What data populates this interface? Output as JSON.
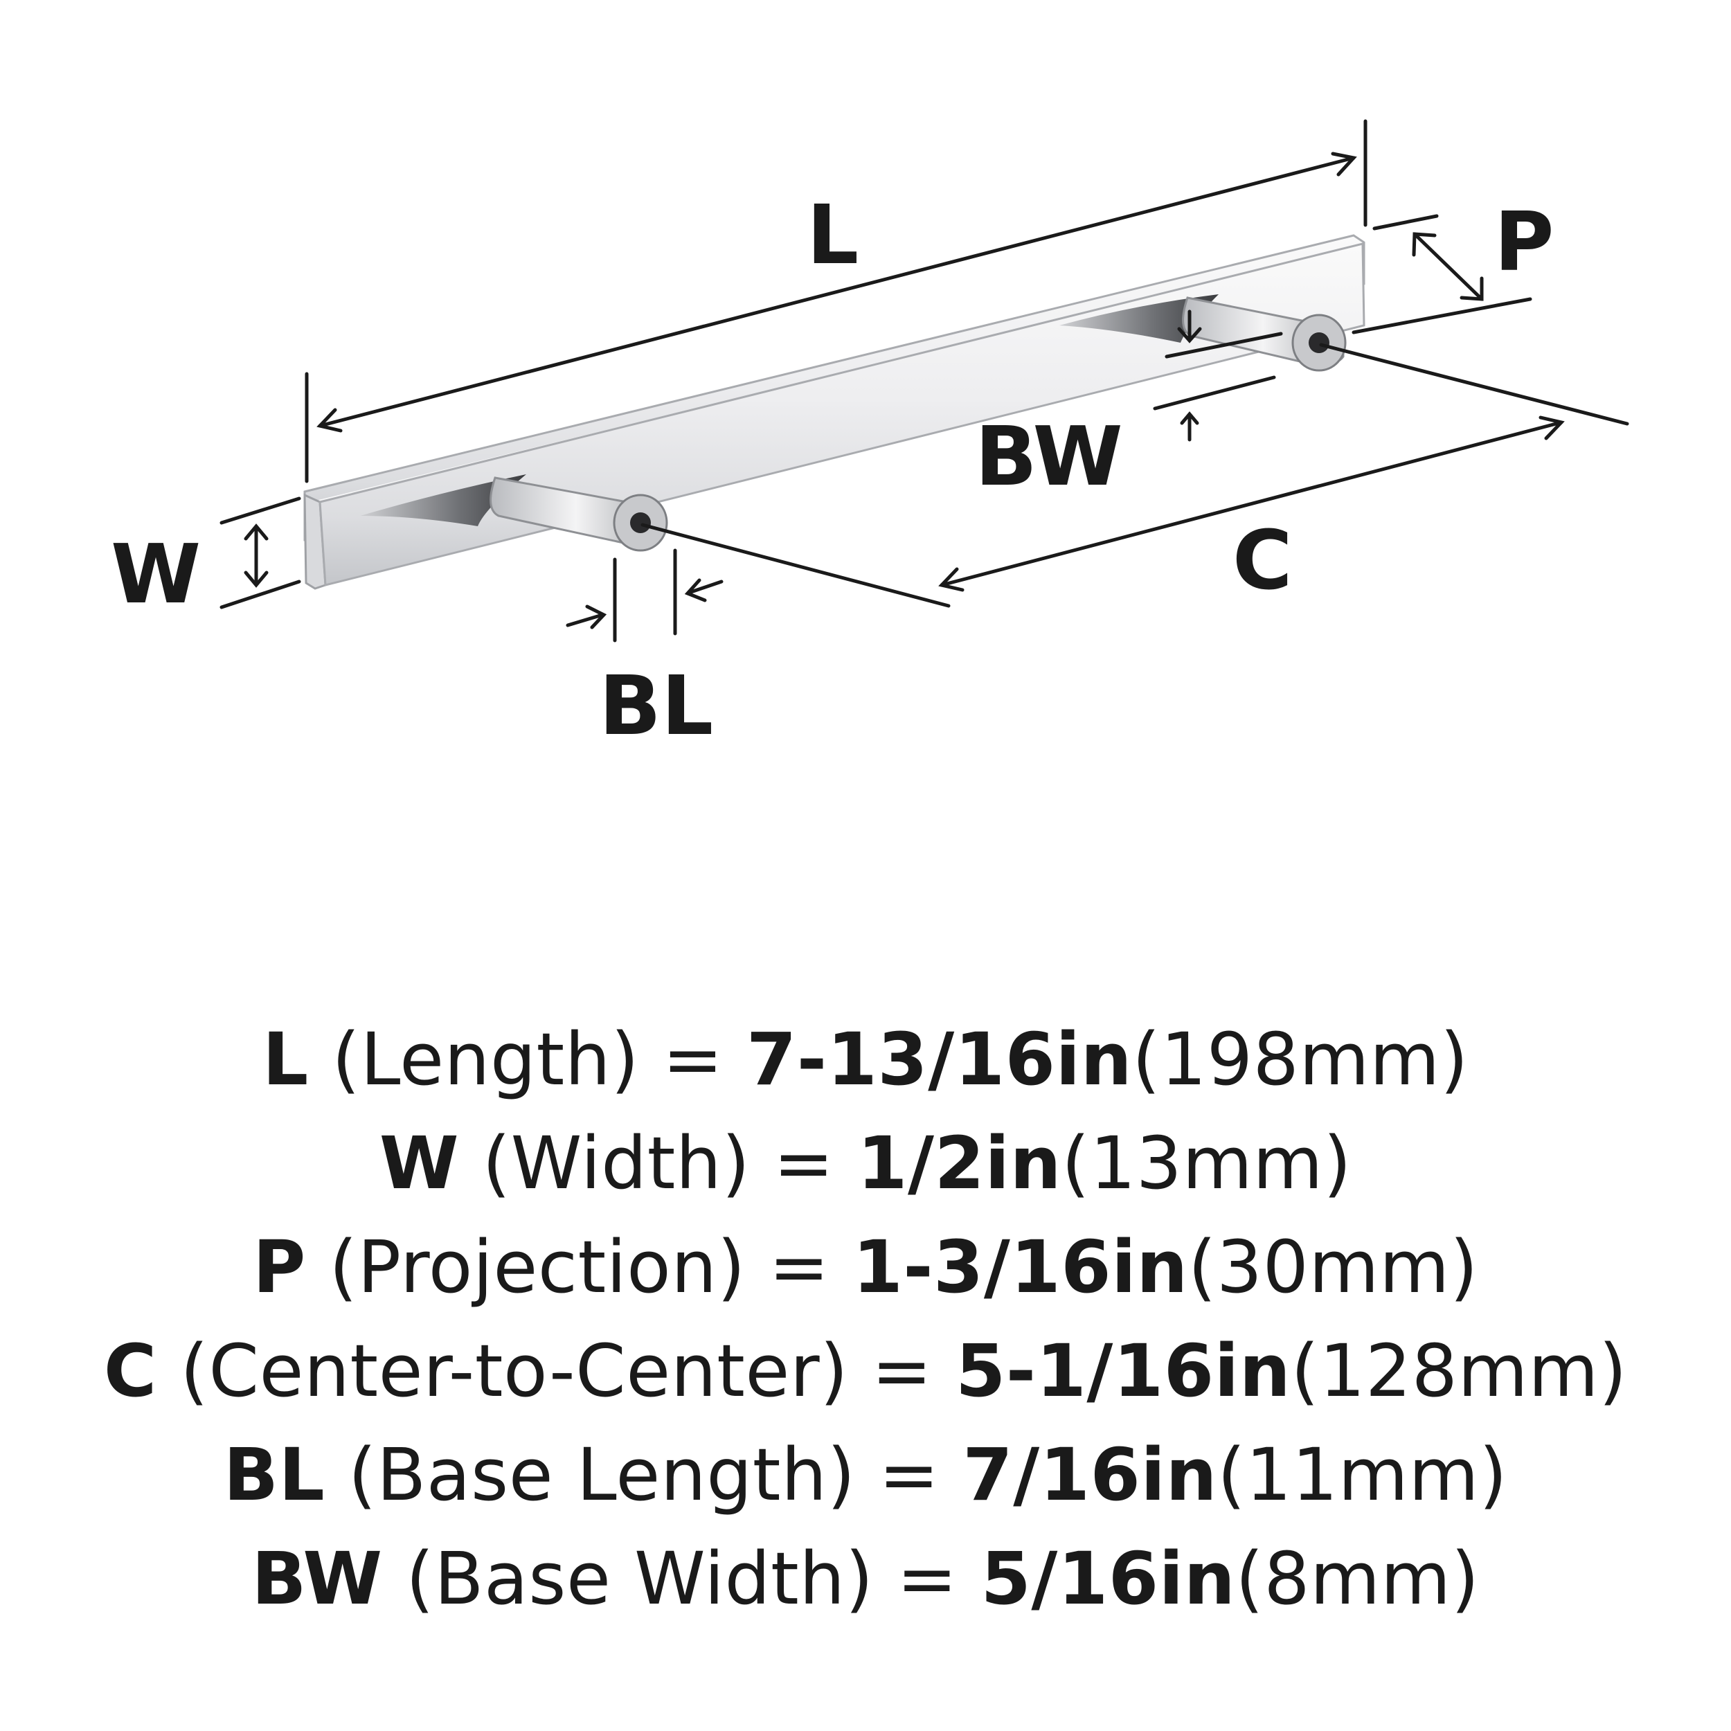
{
  "diagram": {
    "labels": {
      "L": "L",
      "P": "P",
      "BW": "BW",
      "W": "W",
      "C": "C",
      "BL": "BL"
    },
    "colors": {
      "line": "#1a1a1a",
      "bar_light": "#f2f2f3",
      "bar_mid": "#d7d8da",
      "bar_dark": "#9c9ea2",
      "hole": "#2a2a2c"
    }
  },
  "specs": [
    {
      "key": "L",
      "desc": " (Length) = ",
      "imperial": "7-13/16in",
      "metric": "(198mm)"
    },
    {
      "key": "W",
      "desc": " (Width) = ",
      "imperial": "1/2in",
      "metric": "(13mm)"
    },
    {
      "key": "P",
      "desc": " (Projection) = ",
      "imperial": "1-3/16in",
      "metric": "(30mm)"
    },
    {
      "key": "C",
      "desc": " (Center-to-Center) = ",
      "imperial": "5-1/16in",
      "metric": "(128mm)"
    },
    {
      "key": "BL",
      "desc": " (Base Length) = ",
      "imperial": "7/16in",
      "metric": "(11mm)"
    },
    {
      "key": "BW",
      "desc": " (Base Width) = ",
      "imperial": "5/16in",
      "metric": "(8mm)"
    }
  ]
}
